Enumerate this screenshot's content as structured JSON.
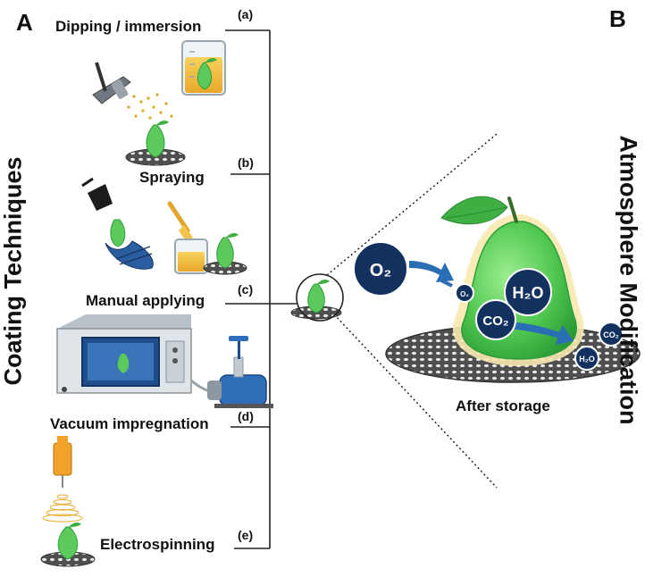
{
  "panels": {
    "a": "A",
    "b": "B"
  },
  "section_titles": {
    "left": "Coating Techniques",
    "right": "Atmosphere Modification"
  },
  "techniques": [
    {
      "step": "(a)",
      "label": "Dipping / immersion"
    },
    {
      "step": "(b)",
      "label": "Spraying"
    },
    {
      "step": "(c)",
      "label": "Manual applying"
    },
    {
      "step": "(d)",
      "label": "Vacuum impregnation"
    },
    {
      "step": "(e)",
      "label": "Electrospinning"
    }
  ],
  "storage": {
    "caption": "After storage",
    "molecules": {
      "o2_big": "O₂",
      "o2_small": "O₂",
      "h2o_big": "H₂O",
      "co2_big": "CO₂",
      "co2_small": "CO₂",
      "h2o_small": "H₂O"
    }
  },
  "colors": {
    "pear": "#5cc95c",
    "pear_dark": "#2e9e3a",
    "molecule": "#12315f",
    "arrow": "#2a6fb5",
    "coating_liquid": "#f2c24a",
    "mesh": "#5a5a5a",
    "brace": "#222222"
  }
}
